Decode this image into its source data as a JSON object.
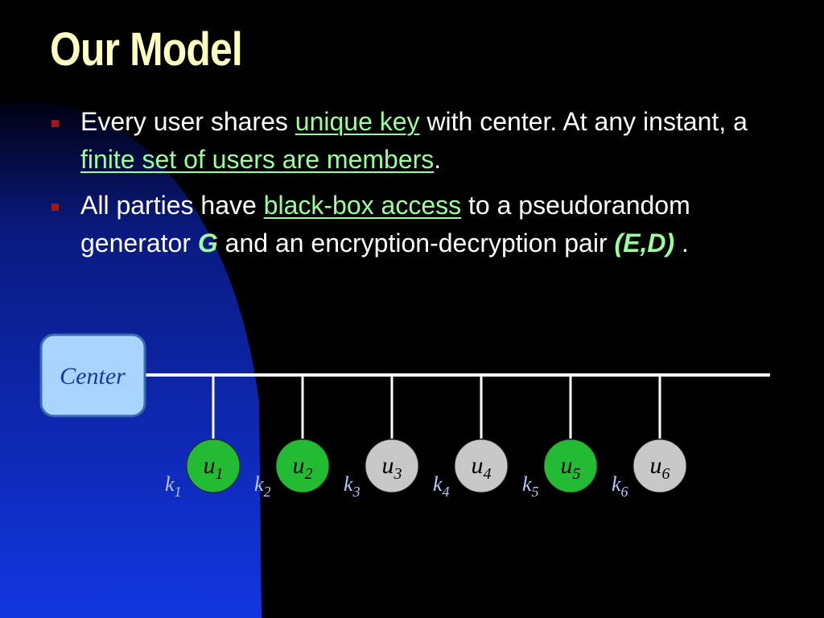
{
  "title": "Our Model",
  "bullets": [
    {
      "p1": "Every user shares ",
      "link1": "unique key",
      "p2": " with center. At any instant, a ",
      "link2": "finite set of users are members",
      "p3": "."
    },
    {
      "p1": "All parties have ",
      "link1": "black-box access",
      "p2": " to a pseudorandom generator ",
      "var1": "G",
      "p3": " and an encryption-decryption pair ",
      "var2": "(E,D)",
      "p4": " ."
    }
  ],
  "diagram": {
    "center_label": "Center",
    "users": [
      {
        "u": "u",
        "sub": "1",
        "k": "k",
        "ksub": "1",
        "member": true
      },
      {
        "u": "u",
        "sub": "2",
        "k": "k",
        "ksub": "2",
        "member": true
      },
      {
        "u": "u",
        "sub": "3",
        "k": "k",
        "ksub": "3",
        "member": false
      },
      {
        "u": "u",
        "sub": "4",
        "k": "k",
        "ksub": "4",
        "member": false
      },
      {
        "u": "u",
        "sub": "5",
        "k": "k",
        "ksub": "5",
        "member": true
      },
      {
        "u": "u",
        "sub": "6",
        "k": "k",
        "ksub": "6",
        "member": false
      }
    ]
  },
  "colors": {
    "title": "#ffffc0",
    "link": "#99ff99",
    "member_node": "#22bb33",
    "nonmember_node": "#c8c8c8",
    "center_box": "#a8d4ff",
    "bullet": "#a01818",
    "background_curve": "#1030d0"
  }
}
